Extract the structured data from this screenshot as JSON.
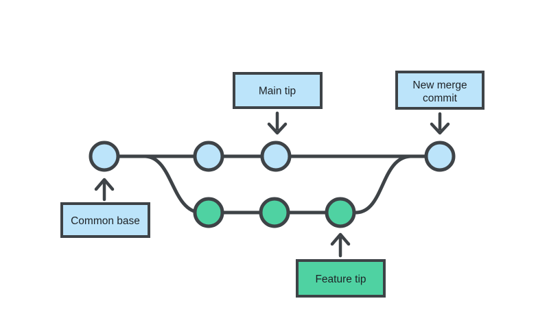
{
  "colors": {
    "background": "#ffffff",
    "stroke": "#3e4347",
    "commit_blue": "#bce4fa",
    "branch_green": "#4fd2a2",
    "label_text": "#1e2226"
  },
  "labels": {
    "main_tip": "Main tip",
    "new_merge_line1": "New merge",
    "new_merge_line2": "commit",
    "common_base": "Common base",
    "feature_tip": "Feature tip"
  },
  "graph": {
    "type": "git-merge-diagram",
    "main_branch": {
      "commit_color": "#bce4fa",
      "commit_count": 4,
      "commits": [
        "common base",
        "main commit 2",
        "main tip",
        "new merge commit"
      ]
    },
    "feature_branch": {
      "commit_color": "#4fd2a2",
      "commit_count": 3,
      "commits": [
        "feature commit 1",
        "feature commit 2",
        "feature tip"
      ]
    },
    "annotations": [
      {
        "label": "Main tip",
        "arrow_direction": "down",
        "points_to": "third commit on main branch"
      },
      {
        "label": "New merge commit",
        "arrow_direction": "down",
        "points_to": "last commit on main branch"
      },
      {
        "label": "Common base",
        "arrow_direction": "up",
        "points_to": "first commit on main branch"
      },
      {
        "label": "Feature tip",
        "arrow_direction": "up",
        "points_to": "last commit on feature branch"
      }
    ]
  }
}
